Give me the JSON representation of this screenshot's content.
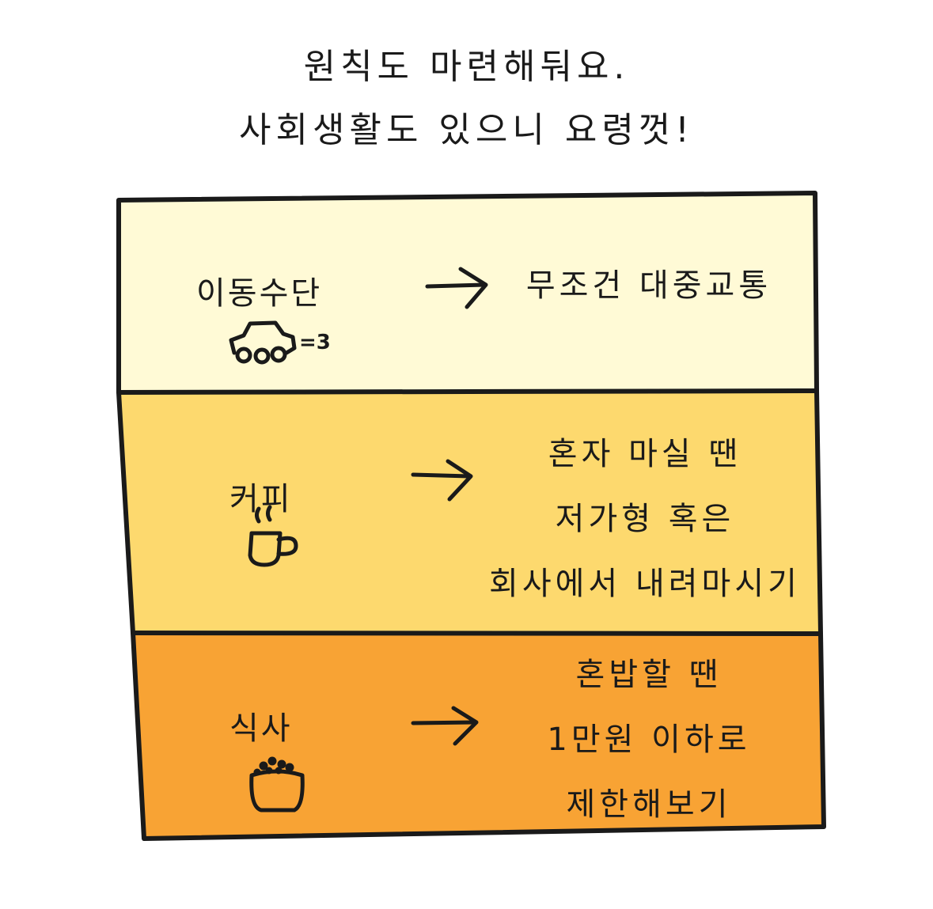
{
  "heading": {
    "line1": "원칙도 마련해둬요.",
    "line2": "사회생활도 있으니 요령껏!"
  },
  "colors": {
    "row_transport_bg": "#fffad6",
    "row_coffee_bg": "#fdd96e",
    "row_meal_bg": "#f8a334",
    "outline": "#1a1a1a"
  },
  "rules": [
    {
      "label": "이동수단",
      "icon": "car-icon",
      "icon_text": "=3",
      "result_lines": [
        "무조건 대중교통"
      ]
    },
    {
      "label": "커피",
      "icon": "coffee-cup-icon",
      "result_lines": [
        "혼자 마실 땐",
        "저가형 혹은",
        "회사에서 내려마시기"
      ]
    },
    {
      "label": "식사",
      "icon": "rice-bowl-icon",
      "result_lines": [
        "혼밥할 땐",
        "1만원 이하로",
        "제한해보기"
      ]
    }
  ]
}
